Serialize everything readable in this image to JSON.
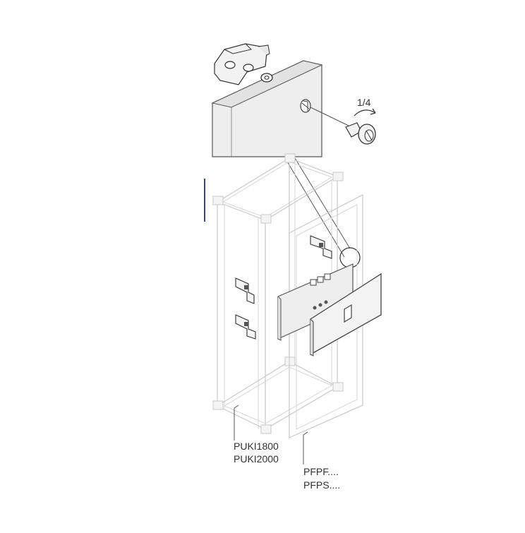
{
  "labels": {
    "rotation": "1/4",
    "puki_1": "PUKI1800",
    "puki_2": "PUKI2000",
    "pfp_1": "PFPF....",
    "pfp_2": "PFPS...."
  },
  "colors": {
    "panel_fill": "#eeeeee",
    "frame_stroke": "#c8c8c8",
    "outline_stroke": "#444444",
    "side_bar": "#3b4a6b"
  }
}
